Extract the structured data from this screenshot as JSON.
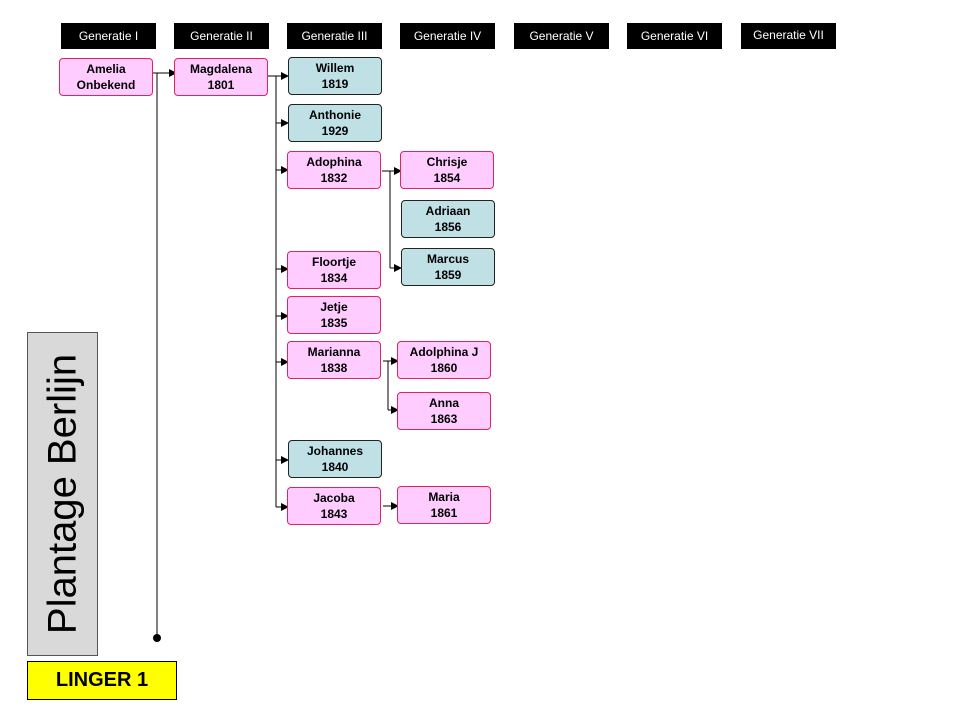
{
  "generations": [
    {
      "label": "Generatie  I"
    },
    {
      "label": "Generatie  II"
    },
    {
      "label": "Generatie  III"
    },
    {
      "label": "Generatie  IV"
    },
    {
      "label": "Generatie  V"
    },
    {
      "label": "Generatie  VI"
    },
    {
      "label": "Generatie  VII"
    }
  ],
  "persons": {
    "amelia": {
      "name": "Amelia",
      "year": "Onbekend",
      "sex": "female"
    },
    "magdalena": {
      "name": "Magdalena",
      "year": "1801",
      "sex": "female"
    },
    "willem": {
      "name": "Willem",
      "year": "1819",
      "sex": "male"
    },
    "anthonie": {
      "name": "Anthonie",
      "year": "1929",
      "sex": "male"
    },
    "adophina": {
      "name": "Adophina",
      "year": "1832",
      "sex": "female"
    },
    "floortje": {
      "name": "Floortje",
      "year": "1834",
      "sex": "female"
    },
    "jetje": {
      "name": "Jetje",
      "year": "1835",
      "sex": "female"
    },
    "marianna": {
      "name": "Marianna",
      "year": "1838",
      "sex": "female"
    },
    "johannes": {
      "name": "Johannes",
      "year": "1840",
      "sex": "male"
    },
    "jacoba": {
      "name": "Jacoba",
      "year": "1843",
      "sex": "female"
    },
    "chrisje": {
      "name": "Chrisje",
      "year": "1854",
      "sex": "female"
    },
    "adriaan": {
      "name": "Adriaan",
      "year": "1856",
      "sex": "male"
    },
    "marcus": {
      "name": "Marcus",
      "year": "1859",
      "sex": "male"
    },
    "adolphina": {
      "name": "Adolphina J",
      "year": "1860",
      "sex": "female"
    },
    "anna": {
      "name": "Anna",
      "year": "1863",
      "sex": "female"
    },
    "maria": {
      "name": "Maria",
      "year": "1861",
      "sex": "female"
    }
  },
  "sidebar": {
    "title": "Plantage Berlijn"
  },
  "footer": {
    "label": "LINGER 1"
  },
  "colors": {
    "female_fill": "#ffccff",
    "female_border": "#e0245e",
    "male_fill": "#bfe0e4",
    "header_bg": "#000000",
    "sidebar_bg": "#d9d9d9",
    "label_bg": "#ffff00"
  }
}
